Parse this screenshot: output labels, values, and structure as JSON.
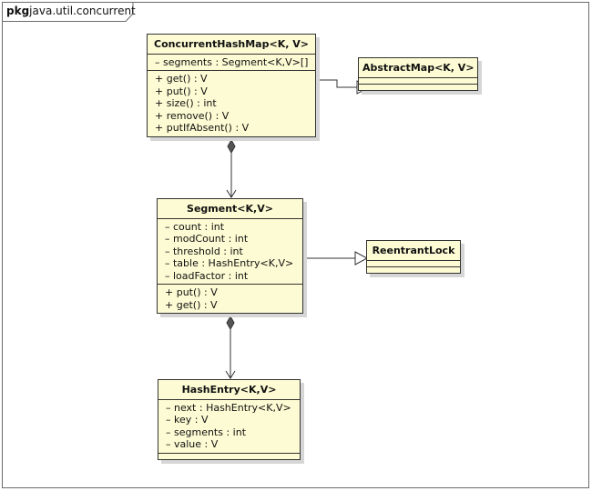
{
  "package": {
    "keyword": "pkg",
    "name": "java.util.concurrent"
  },
  "classes": {
    "concurrent_hash_map": {
      "name": "ConcurrentHashMap<K, V>",
      "attributes": [
        "– segments : Segment<K,V>[]"
      ],
      "operations": [
        "+ get() : V",
        "+ put() : V",
        "+ size() : int",
        "+ remove() : V",
        "+ putIfAbsent() : V"
      ]
    },
    "abstract_map": {
      "name": "AbstractMap<K, V>"
    },
    "segment": {
      "name": "Segment<K,V>",
      "attributes": [
        "– count : int",
        "– modCount : int",
        "– threshold : int",
        "– table : HashEntry<K,V>",
        "– loadFactor : int"
      ],
      "operations": [
        "+ put() : V",
        "+ get() : V"
      ]
    },
    "reentrant_lock": {
      "name": "ReentrantLock"
    },
    "hash_entry": {
      "name": "HashEntry<K,V>",
      "attributes": [
        "– next : HashEntry<K,V>",
        "– key : V",
        "– segments : int",
        "– value : V"
      ]
    }
  }
}
